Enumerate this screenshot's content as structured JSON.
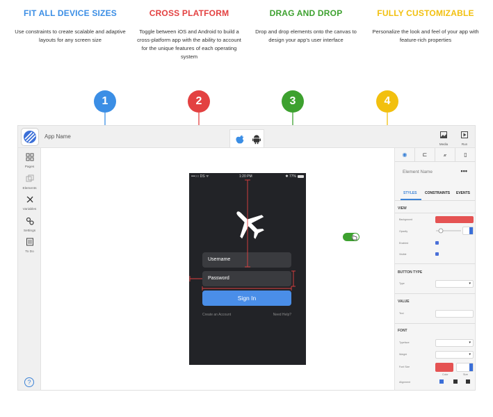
{
  "features": [
    {
      "title": "FIT ALL DEVICE SIZES",
      "desc": "Use constraints to create scalable and adaptive layouts for any screen size",
      "color": "#3b8ee5"
    },
    {
      "title": "CROSS PLATFORM",
      "desc": "Toggle between iOS and Android to build a cross-platform app with the ability to account for the unique features of each operating system",
      "color": "#e34141"
    },
    {
      "title": "DRAG AND DROP",
      "desc": "Drop and drop elements onto the canvas to design your app's user interface",
      "color": "#3da12f"
    },
    {
      "title": "FULLY CUSTOMIZABLE",
      "desc": "Personalize the look and feel of your app with feature-rich properties",
      "color": "#f2c00f"
    }
  ],
  "steps": [
    "1",
    "2",
    "3",
    "4"
  ],
  "app": {
    "name": "App Name",
    "media_label": "Media",
    "run_label": "Run"
  },
  "nav": [
    {
      "label": "Pages",
      "icon": "pages-icon"
    },
    {
      "label": "Elements",
      "icon": "elements-icon"
    },
    {
      "label": "Variables",
      "icon": "variables-icon"
    },
    {
      "label": "Settings",
      "icon": "settings-icon"
    },
    {
      "label": "To Do",
      "icon": "todo-icon"
    }
  ],
  "help_label": "?",
  "phone": {
    "carrier": "•••○○ DS ᯤ",
    "time": "1:20 PM",
    "battery": "✱ 77%",
    "username_placeholder": "Username",
    "password_placeholder": "Password",
    "signin_label": "Sign In",
    "create_account": "Create an Account",
    "need_help": "Need Help?"
  },
  "panel": {
    "element_name": "Element Name",
    "menu": "•••",
    "tabs": [
      "STYLES",
      "CONSTRAINTS",
      "EVENTS"
    ],
    "sections": {
      "view": "VIEW",
      "button_type": "BUTTON TYPE",
      "value": "VALUE",
      "font": "FONT"
    },
    "props": {
      "background": "Background",
      "opacity": "Opacity",
      "enabled": "Enabled",
      "visible": "Visible",
      "type": "Type",
      "text": "Text",
      "typeface": "Typeface",
      "weight": "Weight",
      "font_size": "Font Size",
      "alignment": "Alignment",
      "color": "Color",
      "size": "Size"
    },
    "accent_color": "#e55353"
  }
}
